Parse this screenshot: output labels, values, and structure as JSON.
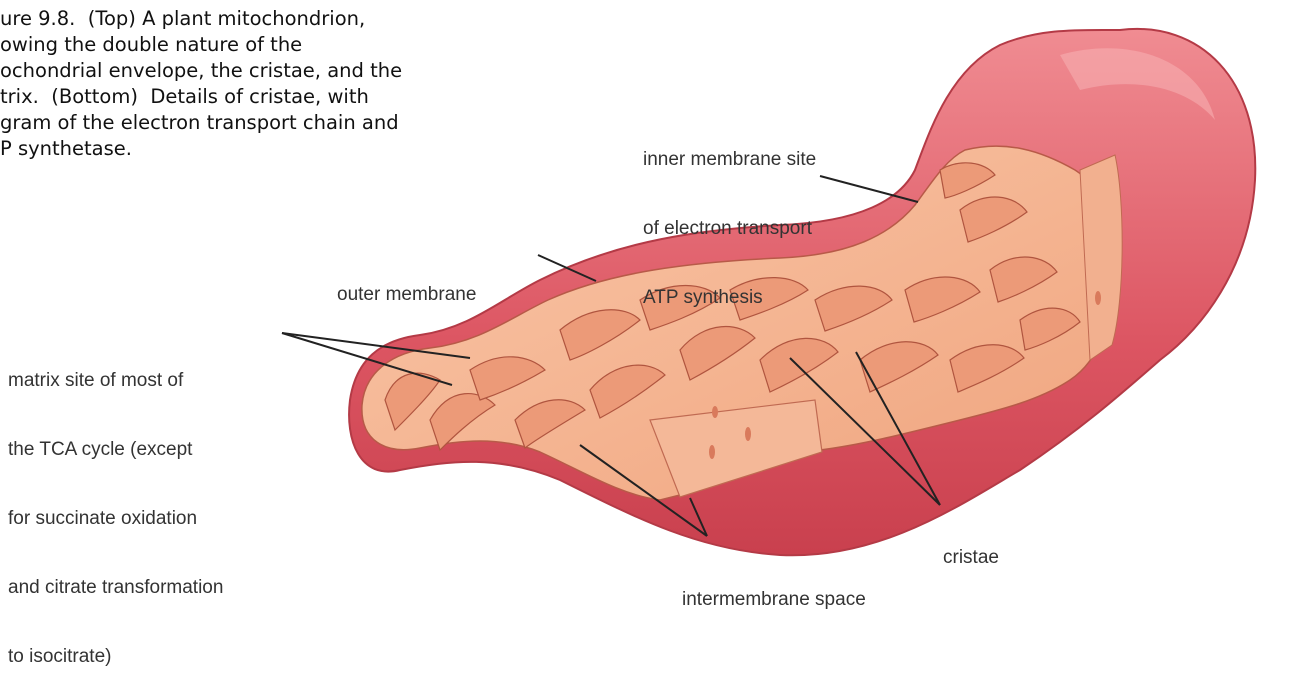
{
  "caption": {
    "lines": [
      "ure 9.8.  (Top) A plant mitochondrion,",
      "owing the double nature of the",
      "ochondrial envelope, the cristae, and the",
      "trix.  (Bottom)  Details of cristae, with",
      "gram of the electron transport chain and",
      "P synthetase."
    ]
  },
  "labels": {
    "inner_membrane": [
      "inner membrane site",
      "of electron transport",
      "ATP synthesis"
    ],
    "outer_membrane": [
      "outer membrane"
    ],
    "matrix": [
      "matrix site of most of",
      "the TCA cycle (except",
      "for succinate oxidation",
      "and citrate transformation",
      "to isocitrate)"
    ],
    "cristae": [
      "cristae"
    ],
    "intermembrane": [
      "intermembrane space"
    ]
  },
  "colors": {
    "outer_membrane": "#e0606a",
    "outer_highlight": "#f4a0a4",
    "matrix": "#f6b38f",
    "cristae_fold": "#e88f6c",
    "outline": "#8a2d2d",
    "leader_line": "#222222"
  }
}
